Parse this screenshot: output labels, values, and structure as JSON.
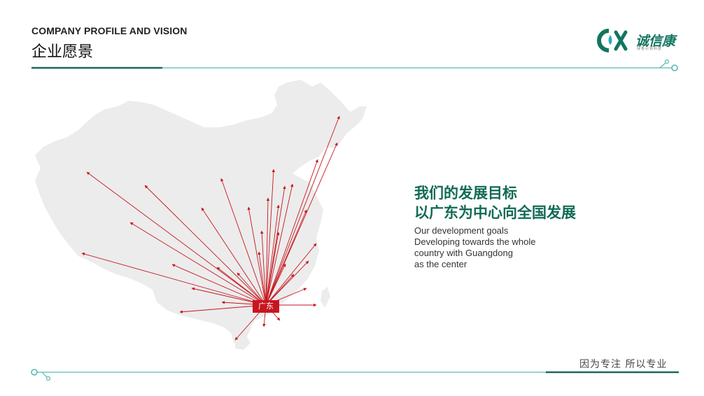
{
  "header": {
    "eyebrow": "COMPANY PROFILE AND VISION",
    "title": "企业愿景"
  },
  "logo": {
    "text": "诚信康",
    "subtitle": "绿色引领科技"
  },
  "content": {
    "headline_line1": "我们的发展目标",
    "headline_line2": "以广东为中心向全国发展",
    "description_lines": [
      "Our development goals",
      "Developing towards the whole",
      "country with Guangdong",
      "as the center"
    ]
  },
  "map": {
    "center_label": "广东",
    "arrow_color": "#c7161f",
    "land_color": "#ececec"
  },
  "footer": {
    "slogan": "因为专注   所以专业"
  },
  "colors": {
    "accent": "#116a55",
    "teal_line": "#5bb8b8",
    "dark_line": "#1a6a5a"
  }
}
